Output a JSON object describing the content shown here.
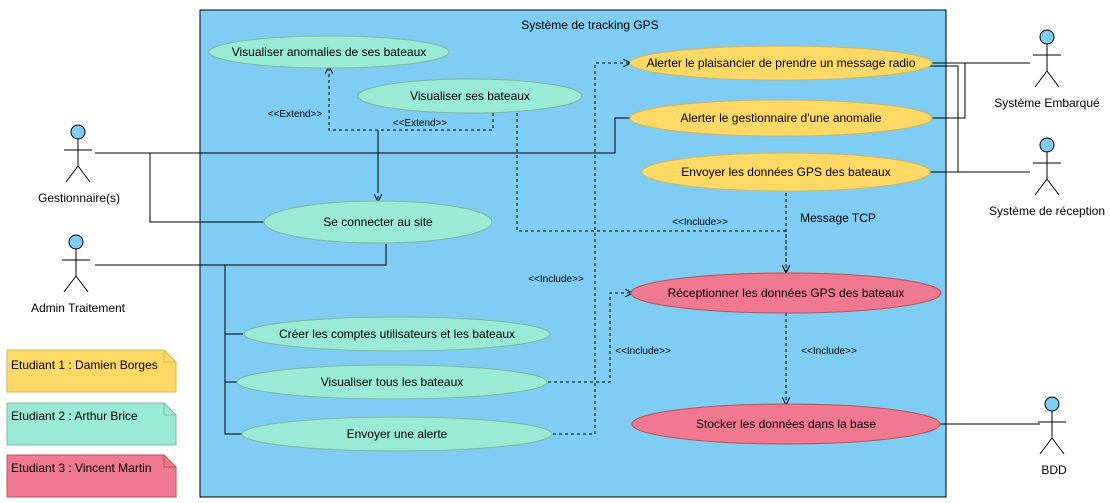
{
  "system": {
    "title": "Système de tracking GPS",
    "fill": "#7fccf5"
  },
  "colors": {
    "teal": "#99ebd5",
    "yellow": "#ffd966",
    "pink": "#f07890"
  },
  "actors": {
    "gestionnaire": "Gestionnaire(s)",
    "admin": "Admin Traitement",
    "embarque": "Système Embarqué",
    "reception": "Système de réception",
    "bdd": "BDD"
  },
  "usecases": {
    "anomalies": "Visualiser anomalies de ses bateaux",
    "ses_bateaux": "Visualiser ses bateaux",
    "connecter": "Se connecter au site",
    "creer": "Créer les comptes utilisateurs et les bateaux",
    "tous_bateaux": "Visualiser tous les bateaux",
    "envoyer_alerte": "Envoyer une alerte",
    "alerter_plaisancier": "Alerter le plaisancier de prendre un message radio",
    "alerter_gestionnaire": "Alerter le gestionnaire d'une anomalie",
    "envoyer_gps": "Envoyer les données GPS des bateaux",
    "receptionner": "Réceptionner les données GPS des bateaux",
    "stocker": "Stocker les données dans la base"
  },
  "relations": {
    "extend1": "<<Extend>>",
    "extend2": "<<Extend>>",
    "include1": "<<Include>>",
    "include2": "<<Include>>",
    "include3": "<<Include>>",
    "include4": "<<Include>>",
    "message_tcp": "Message TCP"
  },
  "legend": [
    {
      "label": "Etudiant 1 : Damien Borges",
      "color": "#ffd966"
    },
    {
      "label": "Etudiant 2 : Arthur Brice",
      "color": "#99ebd5"
    },
    {
      "label": "Etudiant 3 : Vincent Martin",
      "color": "#f07890"
    }
  ]
}
